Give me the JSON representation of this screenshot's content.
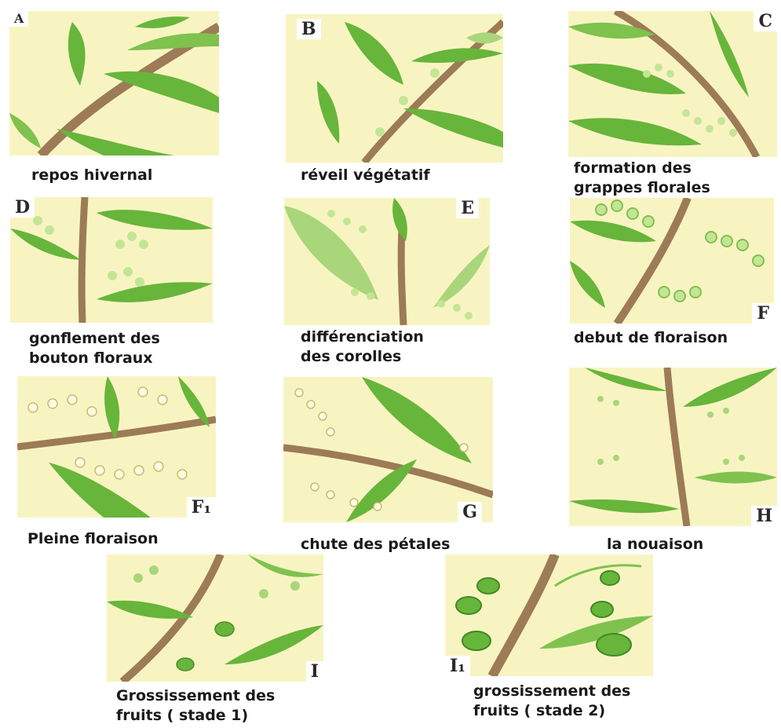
{
  "colors": {
    "background_panel": "#f8f4c2",
    "stem": "#9c7b56",
    "leaf": "#67b53b",
    "leaf_light": "#a9d67a",
    "bud": "#c4e595",
    "flower": "#fffbe6"
  },
  "panels": [
    {
      "letter": "A",
      "caption": [
        "repos hivernal"
      ]
    },
    {
      "letter": "B",
      "caption": [
        "réveil végétatif"
      ]
    },
    {
      "letter": "C",
      "caption": [
        "formation des",
        "grappes  florales"
      ]
    },
    {
      "letter": "D",
      "caption": [
        "gonflement des",
        "bouton floraux"
      ]
    },
    {
      "letter": "E",
      "caption": [
        "différenciation",
        "des corolles"
      ]
    },
    {
      "letter": "F",
      "caption": [
        "debut de floraison"
      ]
    },
    {
      "letter": "F₁",
      "caption": [
        "Pleine floraison"
      ]
    },
    {
      "letter": "G",
      "caption": [
        "chute des pétales"
      ]
    },
    {
      "letter": "H",
      "caption": [
        "la nouaison"
      ]
    },
    {
      "letter": "I",
      "caption": [
        "Grossissement des",
        "fruits ( stade 1)"
      ]
    },
    {
      "letter": "I₁",
      "caption": [
        "grossissement des",
        "fruits ( stade 2)"
      ]
    }
  ]
}
